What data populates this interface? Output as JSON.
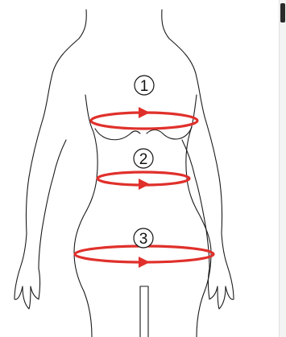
{
  "measurements": [
    {
      "number": "1"
    },
    {
      "number": "2"
    },
    {
      "number": "3"
    }
  ],
  "colors": {
    "band": "#e0302b",
    "outline": "#1a1a1a",
    "background": "#ffffff"
  },
  "icons": [
    "arrow-right-icon"
  ]
}
